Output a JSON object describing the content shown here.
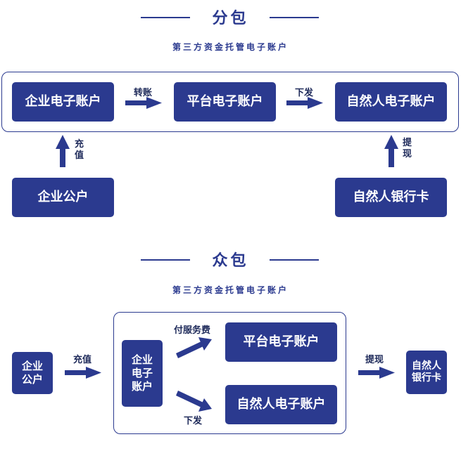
{
  "colors": {
    "primary": "#2b3a8f",
    "frame": "#2b3a8f",
    "arrow_label": "#1e2a5a"
  },
  "top": {
    "title": "分包",
    "subtitle": "第三方资金托管电子账户",
    "boxes": {
      "enterprise_account": "企业电子账户",
      "platform_account": "平台电子账户",
      "person_account": "自然人电子账户",
      "enterprise_public": "企业公户",
      "person_bankcard": "自然人银行卡"
    },
    "arrows": {
      "transfer": "转账",
      "issue": "下发",
      "recharge": "充值",
      "withdraw": "提现"
    }
  },
  "bottom": {
    "title": "众包",
    "subtitle": "第三方资金托管电子账户",
    "boxes": {
      "enterprise_public": "企业公户",
      "enterprise_account": "企业电子账户",
      "platform_account": "平台电子账户",
      "person_account": "自然人电子账户",
      "person_bankcard": "自然人银行卡"
    },
    "arrows": {
      "recharge": "充值",
      "service_fee": "付服务费",
      "issue": "下发",
      "withdraw": "提现"
    }
  }
}
